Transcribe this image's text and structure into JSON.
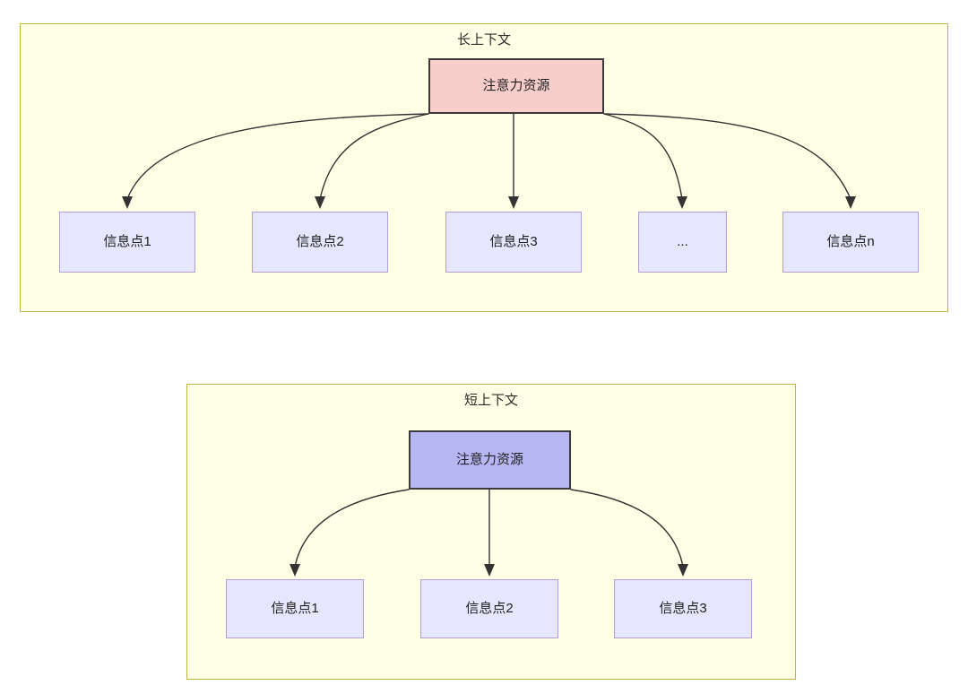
{
  "diagram": {
    "type": "tree-diagram",
    "theme": {
      "group_fill": "#ffffe6",
      "group_border": "#c4b540",
      "attention_long_fill": "#f8cecc",
      "attention_short_fill": "#b6b6f2",
      "node_fill": "#e6e6ff",
      "node_border": "#b39ddb",
      "edge_color": "#333333",
      "text_color": "#1f1f1f",
      "page_background": "#ffffff"
    },
    "groups": [
      {
        "id": "long-context",
        "title": "长上下文",
        "root": {
          "label": "注意力资源",
          "fill": "#f8cecc"
        },
        "children": [
          {
            "label": "信息点1"
          },
          {
            "label": "信息点2"
          },
          {
            "label": "信息点3"
          },
          {
            "label": "..."
          },
          {
            "label": "信息点n"
          }
        ]
      },
      {
        "id": "short-context",
        "title": "短上下文",
        "root": {
          "label": "注意力资源",
          "fill": "#b6b6f2"
        },
        "children": [
          {
            "label": "信息点1"
          },
          {
            "label": "信息点2"
          },
          {
            "label": "信息点3"
          }
        ]
      }
    ]
  }
}
